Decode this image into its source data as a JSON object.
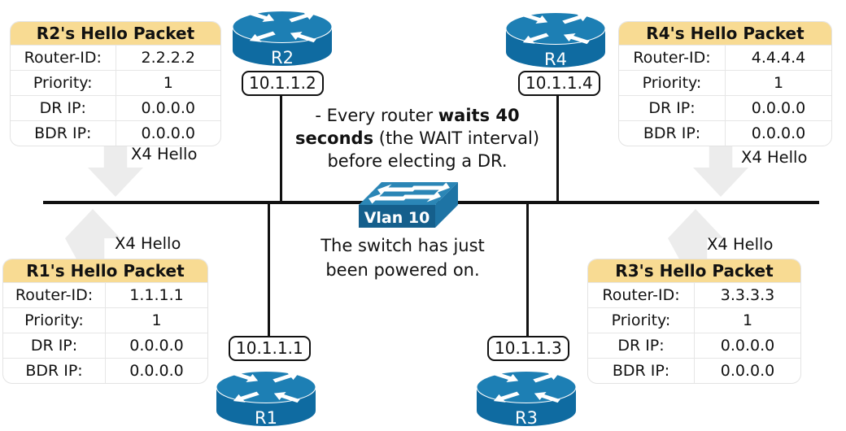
{
  "colors": {
    "header_bg": "#f8db93",
    "router_top": "#1d7fb4",
    "router_body": "#0f6ba1",
    "switch_top": "#2b86b6",
    "switch_front": "#155f8c",
    "switch_side": "#1e74a5",
    "arrow_gray": "#ececec",
    "ink": "#111111"
  },
  "hello_label": "X4 Hello",
  "switch": {
    "label": "Vlan 10"
  },
  "routers": {
    "r1": {
      "name": "R1",
      "ip": "10.1.1.1"
    },
    "r2": {
      "name": "R2",
      "ip": "10.1.1.2"
    },
    "r3": {
      "name": "R3",
      "ip": "10.1.1.3"
    },
    "r4": {
      "name": "R4",
      "ip": "10.1.1.4"
    }
  },
  "tables": {
    "r1": {
      "title": "R1's Hello Packet",
      "rows": [
        {
          "label": "Router-ID:",
          "value": "1.1.1.1"
        },
        {
          "label": "Priority:",
          "value": "1"
        },
        {
          "label": "DR IP:",
          "value": "0.0.0.0"
        },
        {
          "label": "BDR IP:",
          "value": "0.0.0.0"
        }
      ]
    },
    "r2": {
      "title": "R2's Hello Packet",
      "rows": [
        {
          "label": "Router-ID:",
          "value": "2.2.2.2"
        },
        {
          "label": "Priority:",
          "value": "1"
        },
        {
          "label": "DR IP:",
          "value": "0.0.0.0"
        },
        {
          "label": "BDR IP:",
          "value": "0.0.0.0"
        }
      ]
    },
    "r3": {
      "title": "R3's Hello Packet",
      "rows": [
        {
          "label": "Router-ID:",
          "value": "3.3.3.3"
        },
        {
          "label": "Priority:",
          "value": "1"
        },
        {
          "label": "DR IP:",
          "value": "0.0.0.0"
        },
        {
          "label": "BDR IP:",
          "value": "0.0.0.0"
        }
      ]
    },
    "r4": {
      "title": "R4's Hello Packet",
      "rows": [
        {
          "label": "Router-ID:",
          "value": "4.4.4.4"
        },
        {
          "label": "Priority:",
          "value": "1"
        },
        {
          "label": "DR IP:",
          "value": "0.0.0.0"
        },
        {
          "label": "BDR IP:",
          "value": "0.0.0.0"
        }
      ]
    }
  },
  "note_top": {
    "l1a": "- Every router ",
    "l1b": "waits 40",
    "l2a": "seconds",
    "l2b": " (the WAIT interval)",
    "l3": "before electing a DR."
  },
  "note_bottom": {
    "l1": "The switch has just",
    "l2": "been powered on."
  }
}
